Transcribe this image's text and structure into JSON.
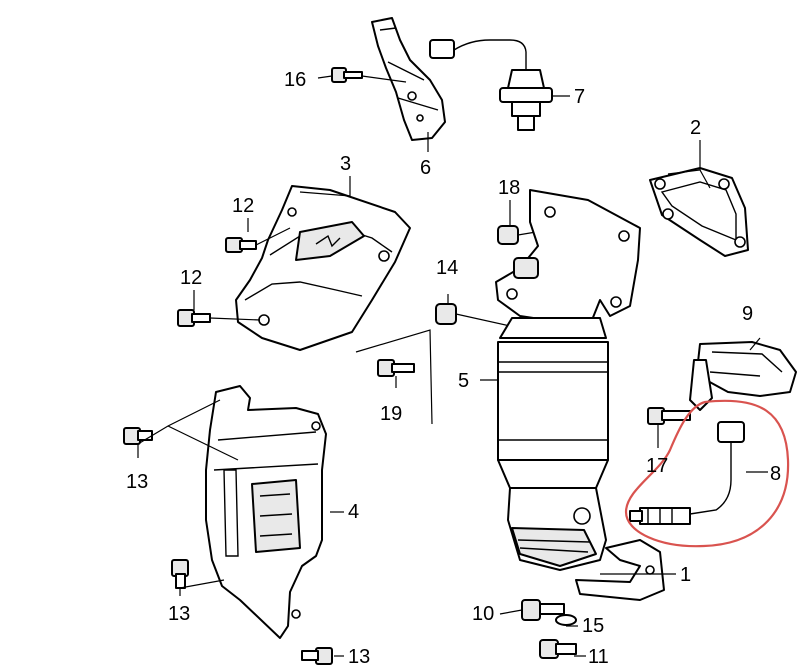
{
  "callouts": [
    "1",
    "2",
    "3",
    "4",
    "5",
    "6",
    "7",
    "8",
    "9",
    "10",
    "11",
    "12",
    "12",
    "13",
    "13",
    "13",
    "14",
    "15",
    "16",
    "17",
    "18",
    "19"
  ],
  "highlight_color": "#d9534f"
}
